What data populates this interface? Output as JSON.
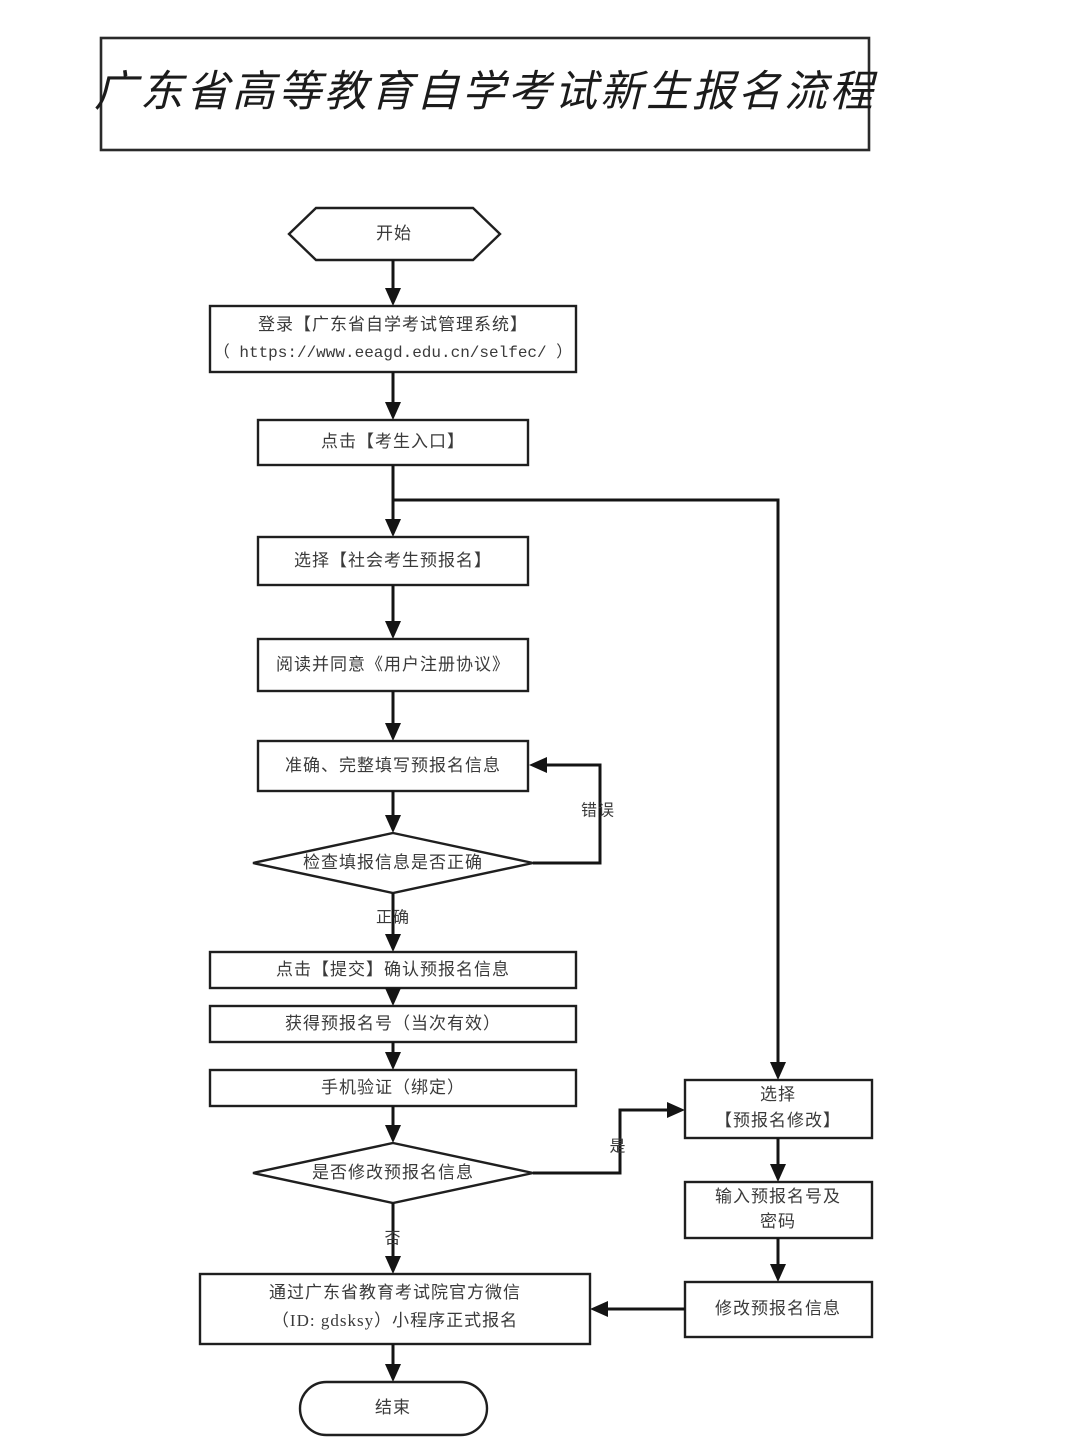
{
  "document": {
    "title": "广东省高等教育自学考试新生报名流程",
    "type": "flowchart",
    "background_color": "#ffffff",
    "line_color": "#141414",
    "text_color": "#3a3a3a"
  },
  "nodes": {
    "start": {
      "label": "开始",
      "shape": "hexagon"
    },
    "login": {
      "line1": "登录【广东省自学考试管理系统】",
      "line2": "（ https://www.eeagd.edu.cn/selfec/ ）",
      "shape": "rect"
    },
    "click_entry": {
      "label": "点击【考生入口】",
      "shape": "rect"
    },
    "select_preregister": {
      "label": "选择【社会考生预报名】",
      "shape": "rect"
    },
    "agree_terms": {
      "label": "阅读并同意《用户注册协议》",
      "shape": "rect"
    },
    "fill_info": {
      "label": "准确、完整填写预报名信息",
      "shape": "rect"
    },
    "check_info": {
      "label": "检查填报信息是否正确",
      "shape": "diamond"
    },
    "submit_confirm": {
      "label": "点击【提交】确认预报名信息",
      "shape": "rect"
    },
    "get_number": {
      "label": "获得预报名号（当次有效）",
      "shape": "rect"
    },
    "phone_verify": {
      "label": "手机验证（绑定）",
      "shape": "rect"
    },
    "modify_decision": {
      "label": "是否修改预报名信息",
      "shape": "diamond"
    },
    "select_modify": {
      "line1": "选择",
      "line2": "【预报名修改】",
      "shape": "rect"
    },
    "input_credentials": {
      "line1": "输入预报名号及",
      "line2": "密码",
      "shape": "rect"
    },
    "modify_info": {
      "label": "修改预报名信息",
      "shape": "rect"
    },
    "official_register": {
      "line1": "通过广东省教育考试院官方微信",
      "line2": "（ID: gdsksy）小程序正式报名",
      "shape": "rect"
    },
    "end": {
      "label": "结束",
      "shape": "stadium"
    }
  },
  "edge_labels": {
    "error": "错误",
    "correct": "正确",
    "yes": "是",
    "no": "否"
  }
}
